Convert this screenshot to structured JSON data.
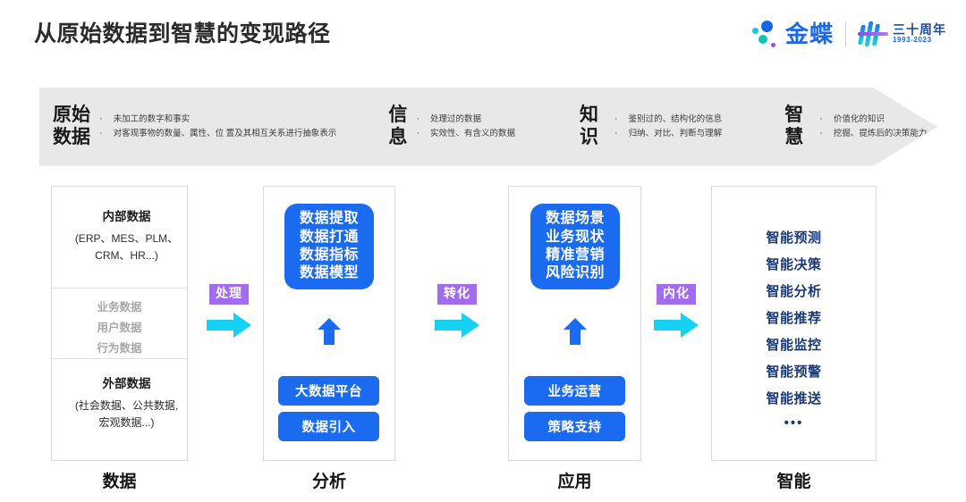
{
  "header": {
    "title": "从原始数据到智慧的变现路径",
    "logo": {
      "word": "金蝶",
      "anniversary_title": "三十周年",
      "anniversary_years": "1993-2023",
      "dot_colors": [
        "#1667e8",
        "#17c8e0",
        "#0fc4b4",
        "#9a4ce0"
      ],
      "brand_color": "#1a6ae8"
    }
  },
  "banner": {
    "background": "#e8e8e8",
    "stages": [
      {
        "name": "原始\n数据",
        "bullets": [
          "未加工的数字和事实",
          "对客观事物的数量、属性、位\n置及其相互关系进行抽象表示"
        ]
      },
      {
        "name": "信\n息",
        "bullets": [
          "处理过的数据",
          "实效性、有含义的数据"
        ]
      },
      {
        "name": "知\n识",
        "bullets": [
          "鉴别过的、结构化的信息",
          "归纳、对比、判断与理解"
        ]
      },
      {
        "name": "智\n慧",
        "bullets": [
          "价值化的知识",
          "挖掘、提炼后的决策能力"
        ]
      }
    ]
  },
  "columns": [
    {
      "footer": "数据",
      "top": {
        "title": "内部数据",
        "sub": "(ERP、MES、PLM、\nCRM、HR...)"
      },
      "middle": [
        "业务数据",
        "用户数据",
        "行为数据"
      ],
      "bottom": {
        "title": "外部数据",
        "sub": "(社会数据、公共数据,\n宏观数据...)"
      }
    },
    {
      "footer": "分析",
      "big_box": [
        "数据提取",
        "数据打通",
        "数据指标",
        "数据模型"
      ],
      "pills": [
        "大数据平台",
        "数据引入"
      ]
    },
    {
      "footer": "应用",
      "big_box": [
        "数据场景",
        "业务现状",
        "精准营销",
        "风险识别"
      ],
      "pills": [
        "业务运营",
        "策略支持"
      ]
    },
    {
      "footer": "智能",
      "items": [
        "智能预测",
        "智能决策",
        "智能分析",
        "智能推荐",
        "智能监控",
        "智能预警",
        "智能推送"
      ],
      "ellipsis": "•••"
    }
  ],
  "connectors": [
    {
      "label": "处理"
    },
    {
      "label": "转化"
    },
    {
      "label": "内化"
    }
  ],
  "colors": {
    "blue": "#1a6bf0",
    "purple_badge": "#a36cf0",
    "cyan_arrow": "#15d2f5",
    "navy_text": "#1a3a77",
    "gray_text": "#a8a8a8"
  }
}
